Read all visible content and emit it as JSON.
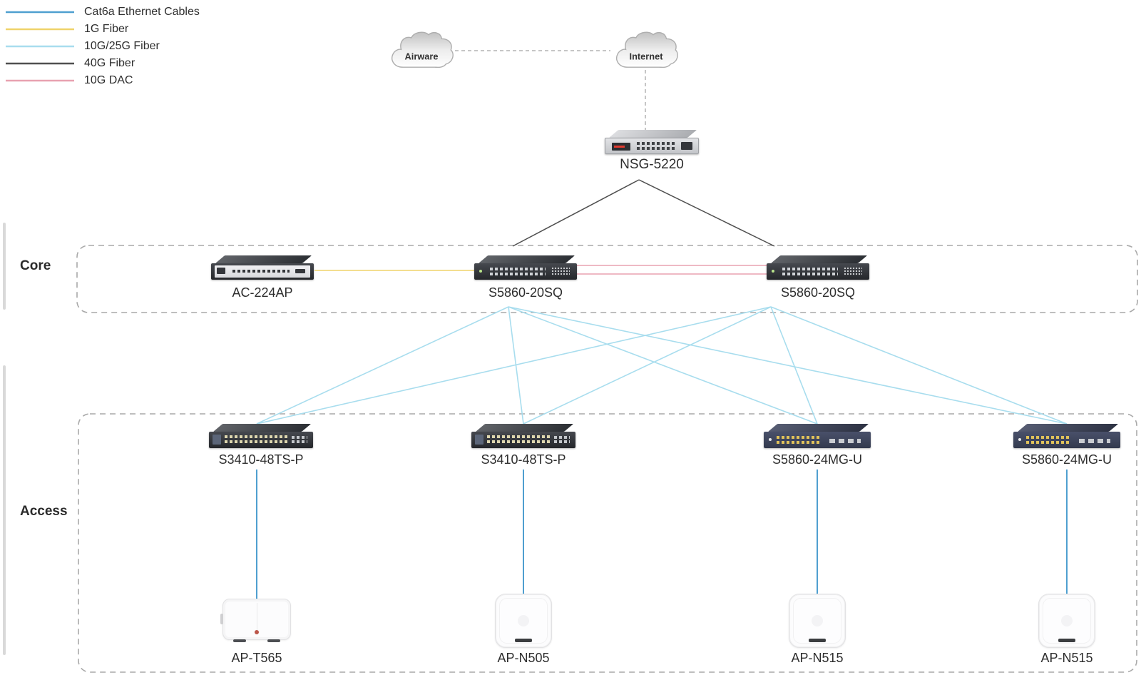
{
  "legend": {
    "items": [
      {
        "label": "Cat6a Ethernet Cables",
        "color": "#4f9fd0"
      },
      {
        "label": "1G Fiber",
        "color": "#efd36a"
      },
      {
        "label": "10G/25G Fiber",
        "color": "#a8ddee"
      },
      {
        "label": "40G Fiber",
        "color": "#4f4f4f"
      },
      {
        "label": "10G DAC",
        "color": "#e8a2b0"
      }
    ]
  },
  "palette": {
    "dashed_link": "#b3b3b3",
    "section_border": "#a9a9a9",
    "text": "#2e2e2e"
  },
  "clouds": {
    "airware": {
      "label": "Airware"
    },
    "internet": {
      "label": "Internet"
    }
  },
  "gateway": {
    "label": "NSG-5220"
  },
  "sections": {
    "core": {
      "label": "Core"
    },
    "access": {
      "label": "Access"
    }
  },
  "core": {
    "controller": {
      "label": "AC-224AP"
    },
    "switch1": {
      "label": "S5860-20SQ"
    },
    "switch2": {
      "label": "S5860-20SQ"
    }
  },
  "access": {
    "switch1": {
      "label": "S3410-48TS-P"
    },
    "switch2": {
      "label": "S3410-48TS-P"
    },
    "switch3": {
      "label": "S5860-24MG-U"
    },
    "switch4": {
      "label": "S5860-24MG-U"
    },
    "ap1": {
      "label": "AP-T565"
    },
    "ap2": {
      "label": "AP-N505"
    },
    "ap3": {
      "label": "AP-N515"
    },
    "ap4": {
      "label": "AP-N515"
    }
  }
}
